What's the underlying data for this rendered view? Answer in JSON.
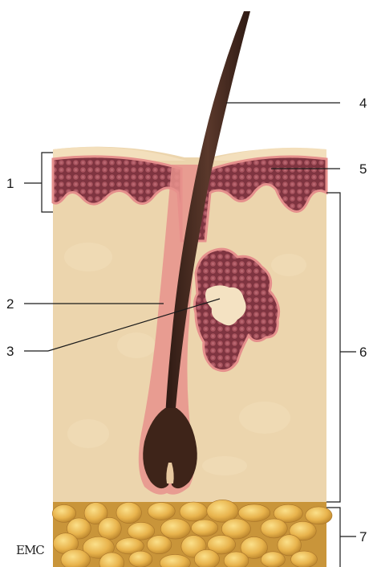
{
  "labels": [
    {
      "id": "1",
      "text": "1"
    },
    {
      "id": "2",
      "text": "2"
    },
    {
      "id": "3",
      "text": "3"
    },
    {
      "id": "4",
      "text": "4"
    },
    {
      "id": "5",
      "text": "5"
    },
    {
      "id": "6",
      "text": "6"
    },
    {
      "id": "7",
      "text": "7"
    }
  ],
  "logo": "EMC",
  "colors": {
    "dermis": "#ecd5ad",
    "epidermis_fill": "#8a3e48",
    "epidermis_rim": "#e58f8c",
    "hair": "#4a2c22",
    "fat": "#e6b24a",
    "surface": "#f3dfbc"
  }
}
